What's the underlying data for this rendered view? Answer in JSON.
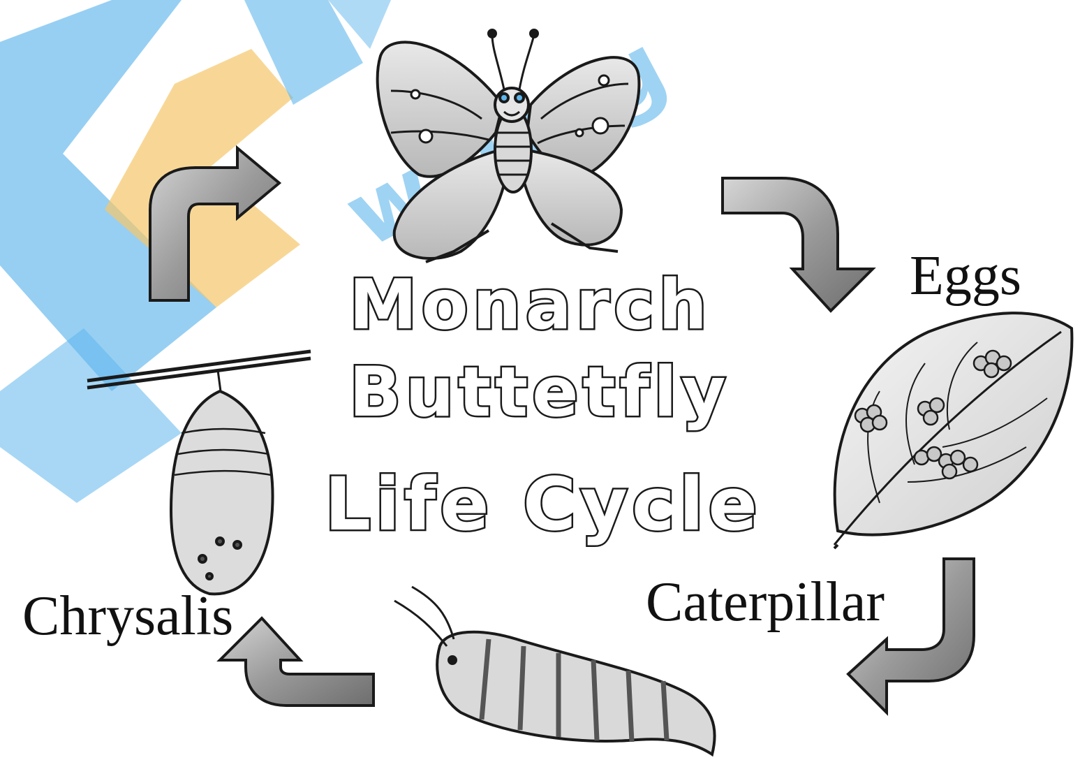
{
  "title": {
    "line1": "Monarch",
    "line2": "Buttetfly",
    "line3": "Life Cycle"
  },
  "stages": {
    "eggs": "Eggs",
    "caterpillar": "Caterpillar",
    "chrysalis": "Chrysalis"
  },
  "watermark": {
    "text": "www.g",
    "blue": "#5fb6ec",
    "yellow": "#f5c66a"
  },
  "colors": {
    "ink": "#1a1a1a",
    "arrow_fill": "#9a9a9a"
  },
  "icons": [
    "butterfly-icon",
    "leaf-with-eggs-icon",
    "caterpillar-icon",
    "chrysalis-icon",
    "cycle-arrow-icon"
  ]
}
